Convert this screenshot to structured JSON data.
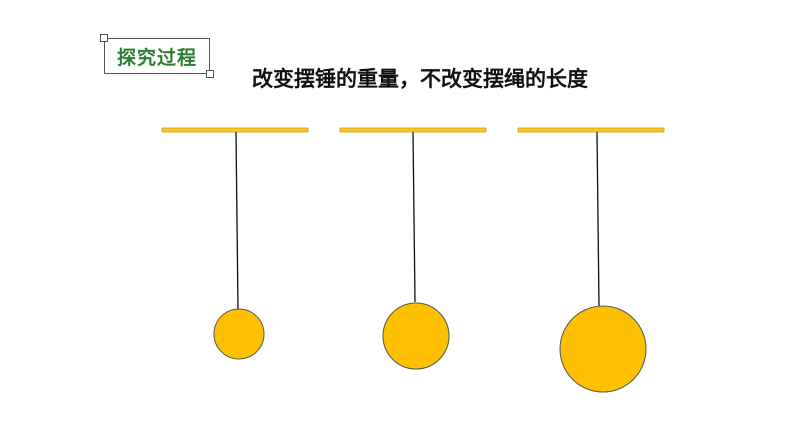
{
  "section_tag": {
    "label": "探究过程",
    "color": "#2e7d32"
  },
  "headline": "改变摆锤的重量，不改变摆绳的长度",
  "colors": {
    "bar": "#f6c42e",
    "bar_edge": "#d9a400",
    "bob": "#ffc000",
    "bob_edge": "#555555",
    "string": "#111111"
  },
  "pendulums": [
    {
      "id": "pendulum-1",
      "weight_rank": 1
    },
    {
      "id": "pendulum-2",
      "weight_rank": 2
    },
    {
      "id": "pendulum-3",
      "weight_rank": 3
    }
  ]
}
